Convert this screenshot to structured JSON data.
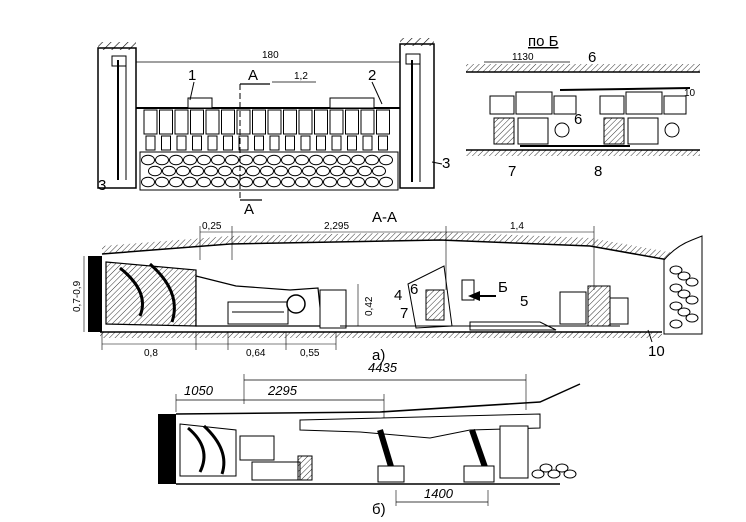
{
  "plan_view": {
    "dim_total": "180",
    "dim_small": "1,2",
    "section_marks": [
      "A",
      "A"
    ],
    "callouts": [
      "1",
      "2",
      "3",
      "3"
    ]
  },
  "view_b": {
    "title": "по Б",
    "dim": "1130",
    "callouts": [
      "6",
      "6",
      "7",
      "8",
      "10"
    ]
  },
  "section_aa": {
    "title": "А-А",
    "dims_top": [
      "0,25",
      "2,295",
      "1,4"
    ],
    "dims_bottom": [
      "0,8",
      "0,64",
      "0,55"
    ],
    "height_dim": "0,7-0,9",
    "inner_dim": "0,42",
    "callouts": [
      "4",
      "6",
      "Б",
      "5",
      "7",
      "10"
    ],
    "figure_label": "а)"
  },
  "section_b": {
    "dim_overall": "4435",
    "dim_1": "1050",
    "dim_2": "2295",
    "dim_3": "1400",
    "figure_label": "б)"
  },
  "colors": {
    "ink": "#000000",
    "paper": "#ffffff"
  }
}
